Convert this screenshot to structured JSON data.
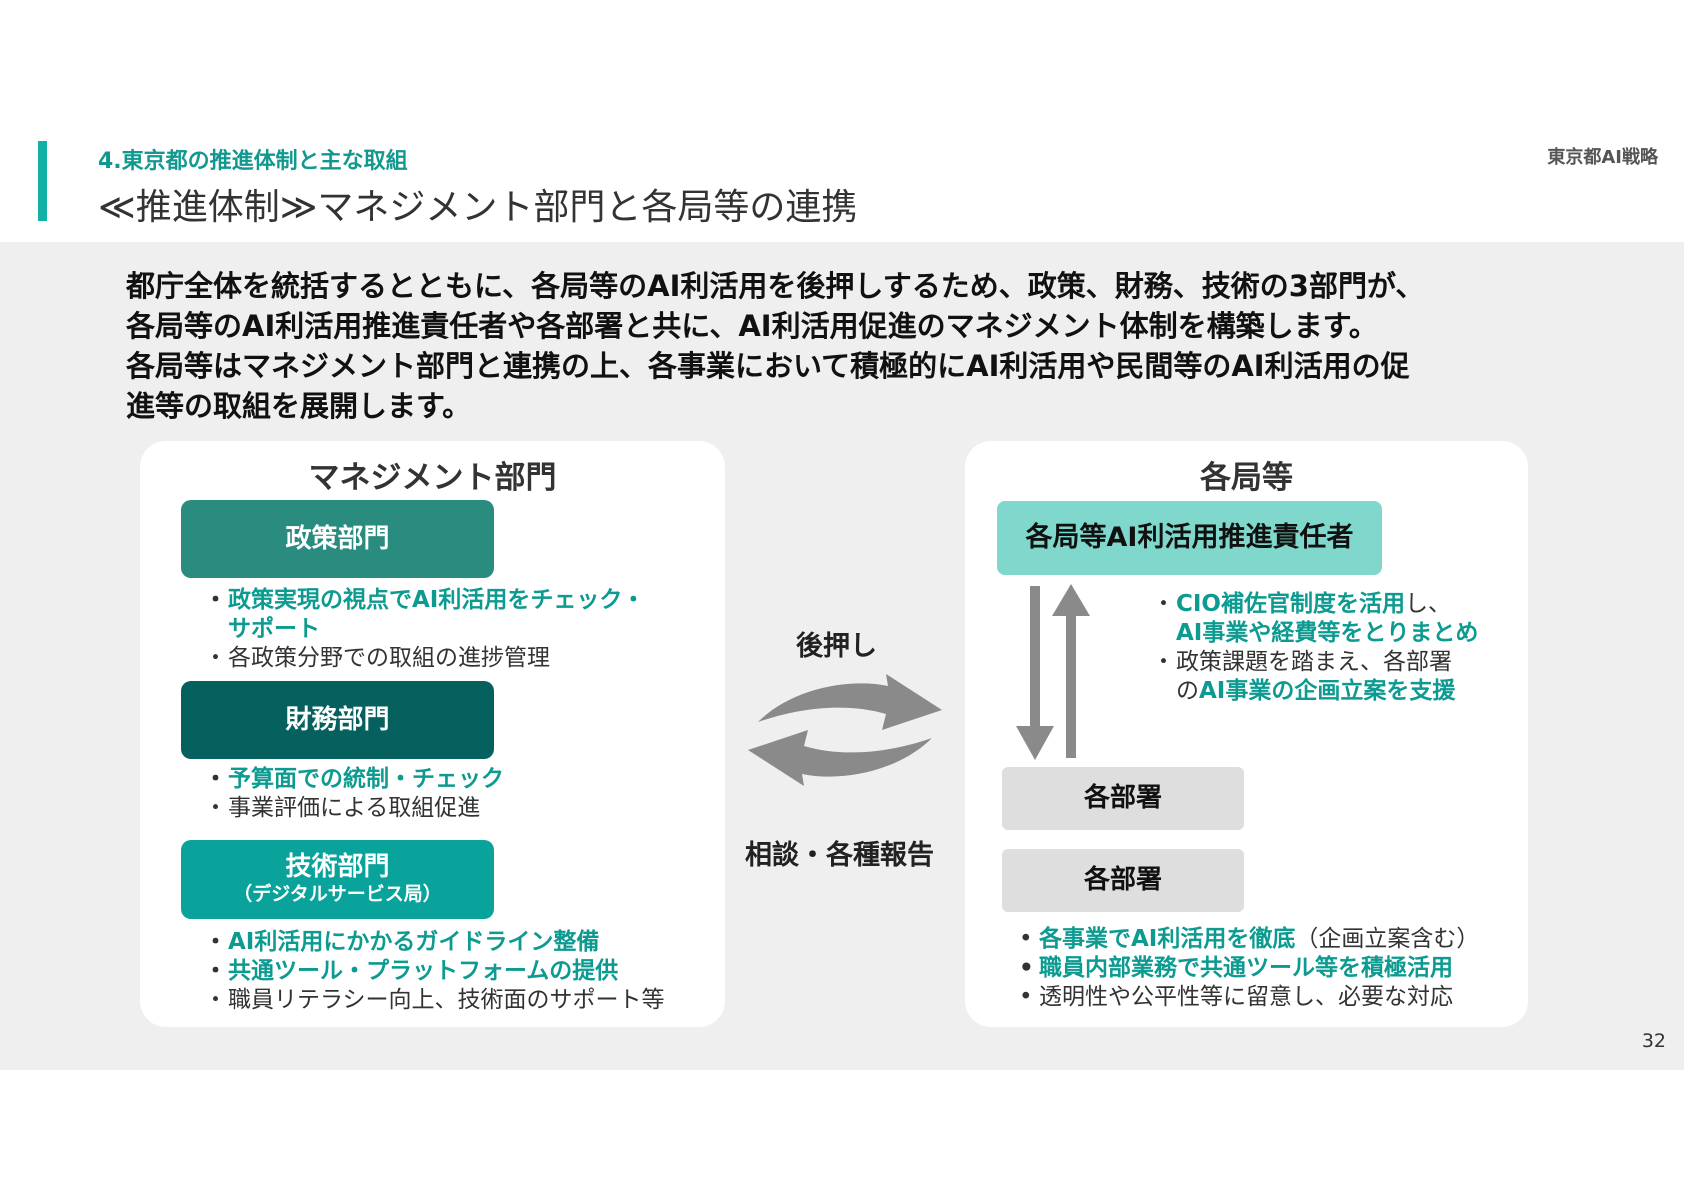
{
  "header": {
    "section_label": "4.東京都の推進体制と主な取組",
    "title": "≪推進体制≫マネジメント部門と各局等の連携",
    "doc_name": "東京都AI戦略"
  },
  "intro": {
    "line1": "都庁全体を統括するとともに、各局等のAI利活用を後押しするため、政策、財務、技術の3部門が、",
    "line2": "各局等のAI利活用推進責任者や各部署と共に、AI利活用促進のマネジメント体制を構築します。",
    "line3": "各局等はマネジメント部門と連携の上、各事業において積極的にAI利活用や民間等のAI利活用の促",
    "line4": "進等の取組を展開します。"
  },
  "management": {
    "heading": "マネジメント部門",
    "policy": {
      "name": "政策部門",
      "bullet1_line1": "政策実現の視点でAI利活用をチェック・",
      "bullet1_line2": "サポート",
      "bullet2": "各政策分野での取組の進捗管理"
    },
    "finance": {
      "name": "財務部門",
      "bullet1": "予算面での統制・チェック",
      "bullet2": "事業評価による取組促進"
    },
    "tech": {
      "name": "技術部門",
      "sub": "（デジタルサービス局）",
      "bullet1": "AI利活用にかかるガイドライン整備",
      "bullet2": "共通ツール・プラットフォームの提供",
      "bullet3": "職員リテラシー向上、技術面のサポート等"
    }
  },
  "center": {
    "support_label": "後押し",
    "report_label": "相談・各種報告"
  },
  "bureaus": {
    "heading": "各局等",
    "responsible": "各局等AI利活用推進責任者",
    "notes": {
      "b1_hl": "CIO補佐官制度を活用",
      "b1_tail": "し、",
      "b1_line2": "AI事業や経費等をとりまとめ",
      "b2_line1": "政策課題を踏まえ、各部署",
      "b2_pre": "の",
      "b2_hl": "AI事業の企画立案を支援"
    },
    "department1": "各部署",
    "department2": "各部署",
    "bottom": {
      "b1_hl": "各事業でAI利活用を徹底",
      "b1_tail": "（企画立案含む）",
      "b2": "職員内部業務で共通ツール等を積極活用",
      "b3": "透明性や公平性等に留意し、必要な対応"
    }
  },
  "page_number": "32",
  "colors": {
    "accent": "#12b0a5",
    "highlight_text": "#0d9b91",
    "policy_dept": "#2a8b7f",
    "finance_dept": "#06605d",
    "tech_dept": "#0aa39b",
    "responsible_box": "#7fd8cb",
    "department_box": "#dedede",
    "arrow": "#8a8a8a",
    "band": "#efefef"
  },
  "icons": {
    "cycle": "cycle-arrows-icon",
    "vertical": "up-down-arrows-icon"
  }
}
